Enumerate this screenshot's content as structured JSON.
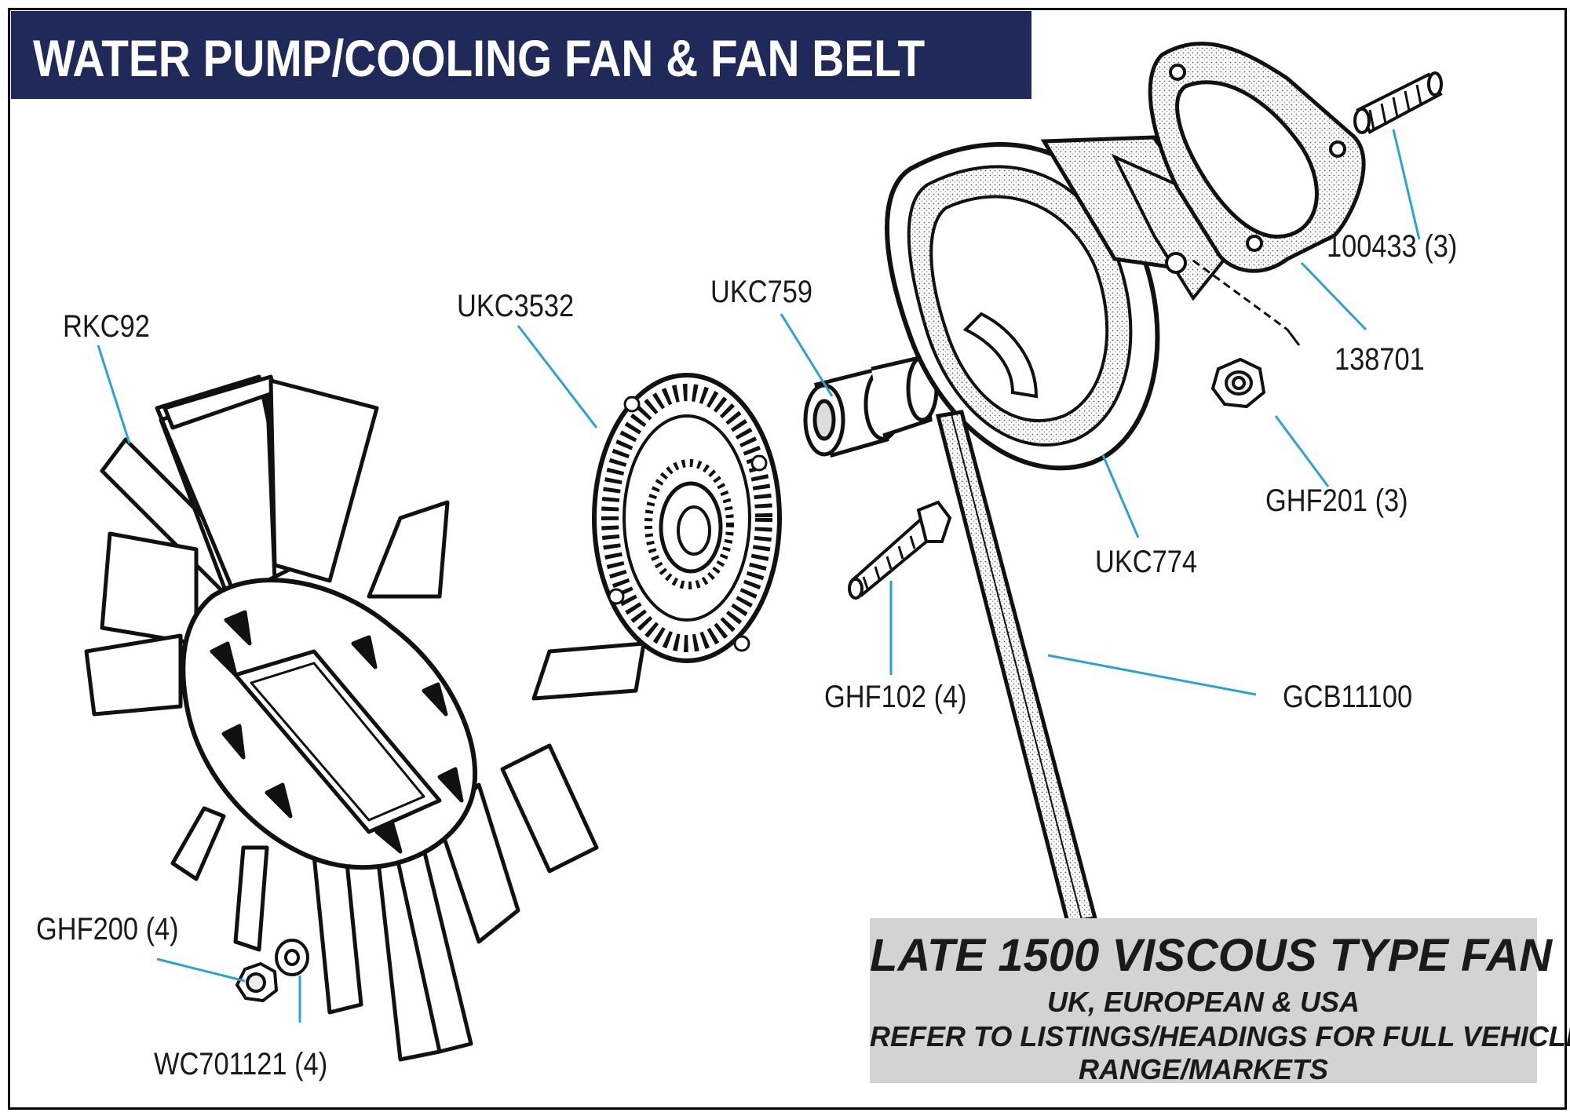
{
  "title": "WATER PUMP/COOLING FAN & FAN BELT",
  "parts": [
    {
      "id": "rkc92",
      "label": "RKC92"
    },
    {
      "id": "ukc3532",
      "label": "UKC3532"
    },
    {
      "id": "ukc759",
      "label": "UKC759"
    },
    {
      "id": "p100433",
      "label": "100433 (3)"
    },
    {
      "id": "p138701",
      "label": "138701"
    },
    {
      "id": "ghf201",
      "label": "GHF201 (3)"
    },
    {
      "id": "ukc774",
      "label": "UKC774"
    },
    {
      "id": "ghf102",
      "label": "GHF102 (4)"
    },
    {
      "id": "gcb11100",
      "label": "GCB11100"
    },
    {
      "id": "ghf200",
      "label": "GHF200 (4)"
    },
    {
      "id": "wc701121",
      "label": "WC701121 (4)"
    }
  ],
  "note": {
    "heading": "LATE 1500 VISCOUS TYPE FAN",
    "line1": "UK, EUROPEAN & USA",
    "line2": "REFER TO LISTINGS/HEADINGS FOR FULL VEHICLE",
    "line3": "RANGE/MARKETS"
  },
  "colors": {
    "banner": "#1f2a5a",
    "leader": "#29a3d6",
    "note_bg": "#d3d3d3",
    "ink": "#1a1a1a"
  }
}
